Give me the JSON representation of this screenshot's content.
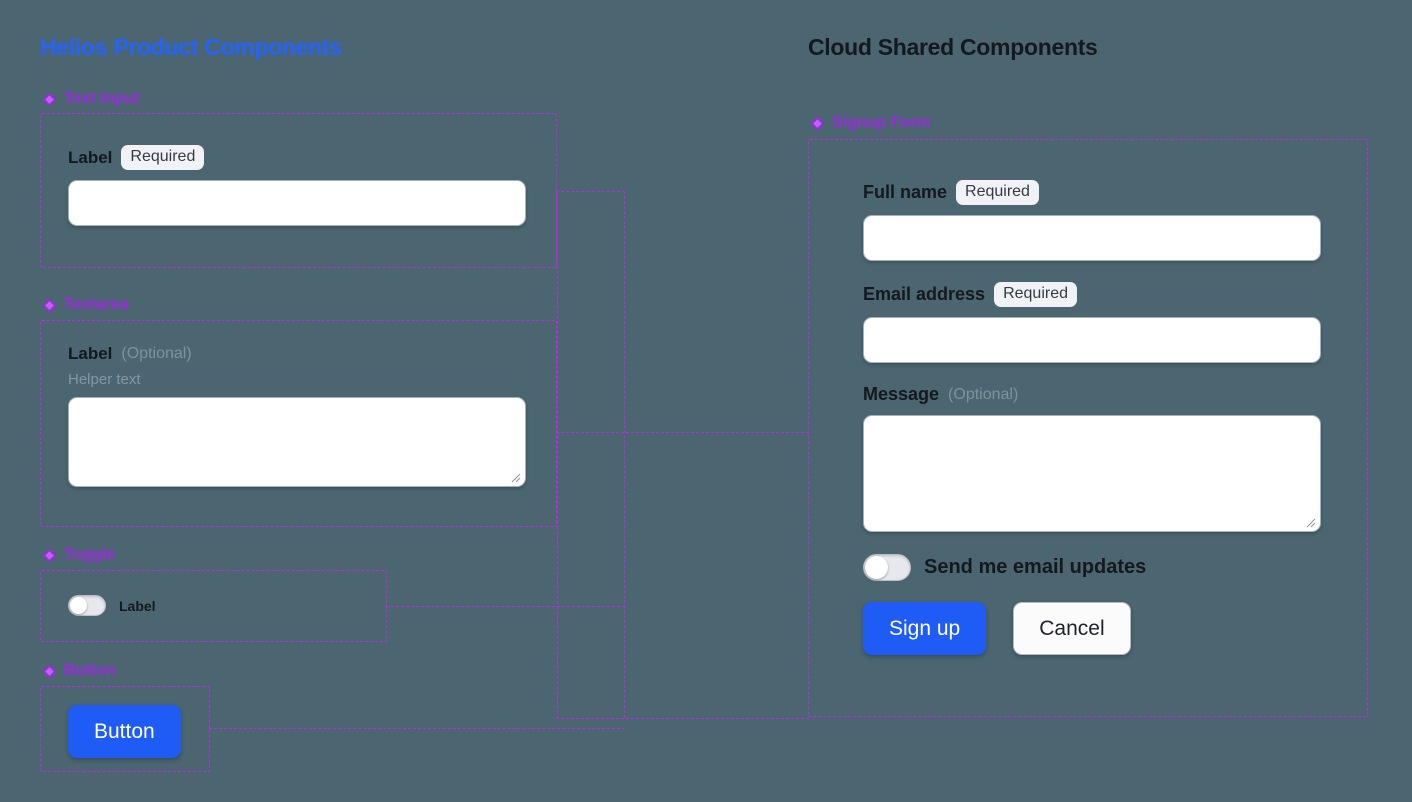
{
  "columns": {
    "left": {
      "heading": "Helios Product Components",
      "heading_color": "#2563ff"
    },
    "right": {
      "heading": "Cloud Shared Components",
      "heading_color": "#14181f"
    }
  },
  "accent": {
    "frame": "#c026f0",
    "section_label": "#9b2ae0",
    "primary_button": "#1f5cf5",
    "background": "#4b6670"
  },
  "icons": {
    "section": "diamond-icon",
    "resize": "resize-grip-icon"
  },
  "left_sections": [
    {
      "label": "Text Input",
      "field": {
        "label": "Label",
        "badge": "Required",
        "input_value": "",
        "input_placeholder": ""
      }
    },
    {
      "label": "Textarea",
      "field": {
        "label": "Label",
        "optional": "(Optional)",
        "helper": "Helper text",
        "input_value": "",
        "input_placeholder": ""
      }
    },
    {
      "label": "Toggle",
      "field": {
        "toggle_label": "Label",
        "toggle_state": "off"
      }
    },
    {
      "label": "Button",
      "field": {
        "button_label": "Button"
      }
    }
  ],
  "right_section": {
    "label": "Signup Form",
    "fields": [
      {
        "label": "Full name",
        "badge": "Required",
        "value": "",
        "placeholder": ""
      },
      {
        "label": "Email address",
        "badge": "Required",
        "value": "",
        "placeholder": ""
      },
      {
        "label": "Message",
        "optional": "(Optional)",
        "value": "",
        "placeholder": ""
      }
    ],
    "toggle": {
      "label": "Send me email updates",
      "state": "off"
    },
    "actions": {
      "primary": "Sign up",
      "secondary": "Cancel"
    }
  }
}
